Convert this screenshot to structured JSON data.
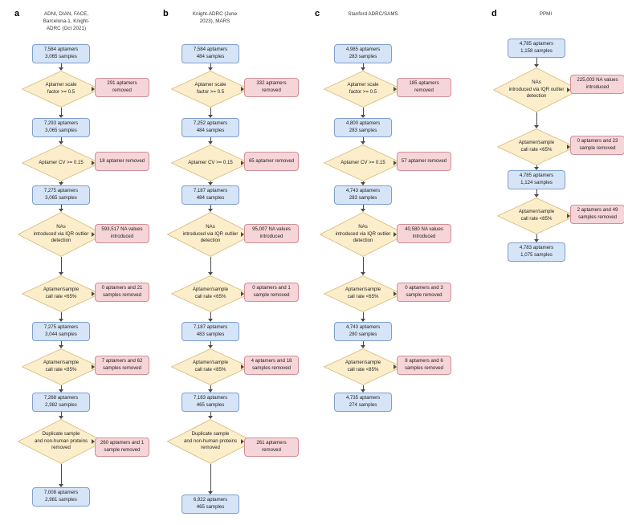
{
  "figure": {
    "type": "flowchart",
    "description": "Proteomics data quality-control filtering flowchart across four cohorts"
  },
  "panels": [
    {
      "letter": "a",
      "title": "ADNI, DIAN, FACE,\nBarcelona-1, Knight-\nADRC (Oct 2021)",
      "nodes": [
        {
          "kind": "box",
          "text": "7,584 aptamers\n3,065 samples"
        },
        {
          "kind": "diamond",
          "text": "Aptamer scale\nfactor >= 0.5"
        },
        {
          "kind": "removed",
          "text": "291 aptamers\nremoved"
        },
        {
          "kind": "box",
          "text": "7,293 aptamers\n3,065 samples"
        },
        {
          "kind": "diamond",
          "text": "Aptamer CV >= 0.15"
        },
        {
          "kind": "removed",
          "text": "18 aptamer removed"
        },
        {
          "kind": "box",
          "text": "7,275 aptamers\n3,065 samples"
        },
        {
          "kind": "diamond",
          "text": "NAs\nintroduced via IQR outlier\ndetection"
        },
        {
          "kind": "removed",
          "text": "593,517 NA values\nintroduced"
        },
        {
          "kind": "diamond",
          "text": "Aptamer/sample\ncall rate <65%"
        },
        {
          "kind": "removed",
          "text": "0 aptamers and 21\nsamples removed"
        },
        {
          "kind": "box",
          "text": "7,275 aptamers\n3,044 samples"
        },
        {
          "kind": "diamond",
          "text": "Aptamer/sample\ncall rate <85%"
        },
        {
          "kind": "removed",
          "text": "7 aptamers and 62\nsamples removed"
        },
        {
          "kind": "box",
          "text": "7,268 aptamers\n2,982 samples"
        },
        {
          "kind": "diamond",
          "text": "Duplicate sample\nand non-human proteins\nremoved"
        },
        {
          "kind": "removed",
          "text": "260 aptamers and 1\nsample removed"
        },
        {
          "kind": "box",
          "text": "7,008 aptamers\n2,981 samples"
        }
      ]
    },
    {
      "letter": "b",
      "title": "Knight-ADRC (June\n2023), MARS",
      "nodes": [
        {
          "kind": "box",
          "text": "7,584 aptamers\n484 samples"
        },
        {
          "kind": "diamond",
          "text": "Aptamer scale\nfactor >= 0.5"
        },
        {
          "kind": "removed",
          "text": "332 aptamers\nremoved"
        },
        {
          "kind": "box",
          "text": "7,252 aptamers\n484 samples"
        },
        {
          "kind": "diamond",
          "text": "Aptamer CV >= 0.15"
        },
        {
          "kind": "removed",
          "text": "65 aptamer removed"
        },
        {
          "kind": "box",
          "text": "7,187 aptamers\n484 samples"
        },
        {
          "kind": "diamond",
          "text": "NAs\nintroduced via IQR outlier\ndetection"
        },
        {
          "kind": "removed",
          "text": "95,007 NA values\nintroduced"
        },
        {
          "kind": "diamond",
          "text": "Aptamer/sample\ncall rate <65%"
        },
        {
          "kind": "removed",
          "text": "0 aptamers and 1\nsample removed"
        },
        {
          "kind": "box",
          "text": "7,187 aptamers\n483 samples"
        },
        {
          "kind": "diamond",
          "text": "Aptamer/sample\ncall rate <85%"
        },
        {
          "kind": "removed",
          "text": "4 aptamers and 18\nsamples removed"
        },
        {
          "kind": "box",
          "text": "7,183 aptamers\n465 samples"
        },
        {
          "kind": "diamond",
          "text": "Duplicate sample\nand non-human proteins\nremoved"
        },
        {
          "kind": "removed",
          "text": "261 aptamers\nremoved"
        },
        {
          "kind": "box",
          "text": "6,922 aptamers\n465 samples"
        }
      ]
    },
    {
      "letter": "c",
      "title": "Stanford ADRC/SAMS",
      "nodes": [
        {
          "kind": "box",
          "text": "4,985 aptamers\n283 samples"
        },
        {
          "kind": "diamond",
          "text": "Aptamer scale\nfactor >= 0.5"
        },
        {
          "kind": "removed",
          "text": "185 aptamers\nremoved"
        },
        {
          "kind": "box",
          "text": "4,800 aptamers\n283 samples"
        },
        {
          "kind": "diamond",
          "text": "Aptamer CV >= 0.15"
        },
        {
          "kind": "removed",
          "text": "57 aptamer removed"
        },
        {
          "kind": "box",
          "text": "4,743 aptamers\n283 samples"
        },
        {
          "kind": "diamond",
          "text": "NAs\nintroduced via IQR outlier\ndetection"
        },
        {
          "kind": "removed",
          "text": "40,580 NA values\nintroduced"
        },
        {
          "kind": "diamond",
          "text": "Aptamer/sample\ncall rate <65%"
        },
        {
          "kind": "removed",
          "text": "0 aptamers and 3\nsample removed"
        },
        {
          "kind": "box",
          "text": "4,743 aptamers\n280 samples"
        },
        {
          "kind": "diamond",
          "text": "Aptamer/sample\ncall rate <85%"
        },
        {
          "kind": "removed",
          "text": "8 aptamers and 6\nsamples removed"
        },
        {
          "kind": "box",
          "text": "4,735 aptamers\n274 samples"
        }
      ]
    },
    {
      "letter": "d",
      "title": "PPMI",
      "nodes": [
        {
          "kind": "box",
          "text": "4,785 aptamers\n1,158 samples"
        },
        {
          "kind": "diamond",
          "text": "NAs\nintroduced via IQR outlier\ndetection"
        },
        {
          "kind": "removed",
          "text": "225,003 NA values\nintroduced"
        },
        {
          "kind": "diamond",
          "text": "Aptamer/sample\ncall rate <65%"
        },
        {
          "kind": "removed",
          "text": "0 aptamers and 23\nsample removed"
        },
        {
          "kind": "box",
          "text": "4,785 aptamers\n1,124 samples"
        },
        {
          "kind": "diamond",
          "text": "Aptamer/sample\ncall rate <85%"
        },
        {
          "kind": "removed",
          "text": "2 aptamers and 49\nsamples removed"
        },
        {
          "kind": "box",
          "text": "4,783 aptamers\n1,075 samples"
        }
      ]
    }
  ],
  "colors": {
    "box_fill": "#d6e4f7",
    "box_stroke": "#7f9fcc",
    "diamond_fill": "#fceecb",
    "diamond_stroke": "#d9bf84",
    "removed_fill": "#f6d5d8",
    "removed_stroke": "#cf8f96",
    "connector": "#4a4a4a",
    "background": "#ffffff"
  }
}
